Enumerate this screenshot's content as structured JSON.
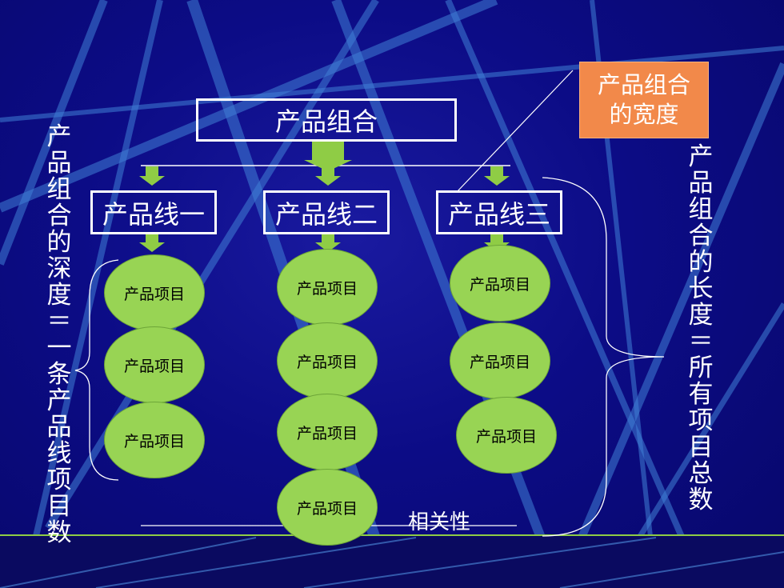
{
  "root": {
    "label": "产品组合"
  },
  "lines": [
    {
      "label": "产品线一",
      "items": [
        "产品项目",
        "产品项目",
        "产品项目"
      ]
    },
    {
      "label": "产品线二",
      "items": [
        "产品项目",
        "产品项目",
        "产品项目",
        "产品项目"
      ]
    },
    {
      "label": "产品线三",
      "items": [
        "产品项目",
        "产品项目",
        "产品项目"
      ]
    }
  ],
  "labels": {
    "width": "产品组合的宽度",
    "depth": "产品组合的深度＝一条产品线项目数",
    "length": "产品组合的长度＝所有项目总数",
    "correlation": "相关性"
  },
  "colors": {
    "background": "#0a0a78",
    "oval": "#98d454",
    "arrow": "#8fcc45",
    "width_box": "#f2894a"
  }
}
